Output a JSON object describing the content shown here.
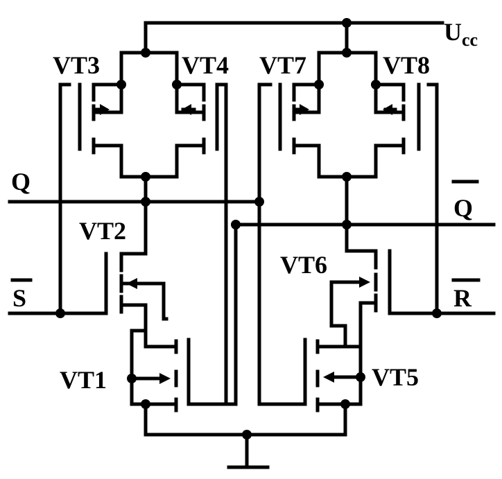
{
  "supply": {
    "main": "U",
    "sub": "cc"
  },
  "signals": {
    "q": "Q",
    "q_bar": "Q",
    "s_bar": "S",
    "r_bar": "R"
  },
  "transistors": {
    "vt1": "VT1",
    "vt2": "VT2",
    "vt3": "VT3",
    "vt4": "VT4",
    "vt5": "VT5",
    "vt6": "VT6",
    "vt7": "VT7",
    "vt8": "VT8"
  }
}
